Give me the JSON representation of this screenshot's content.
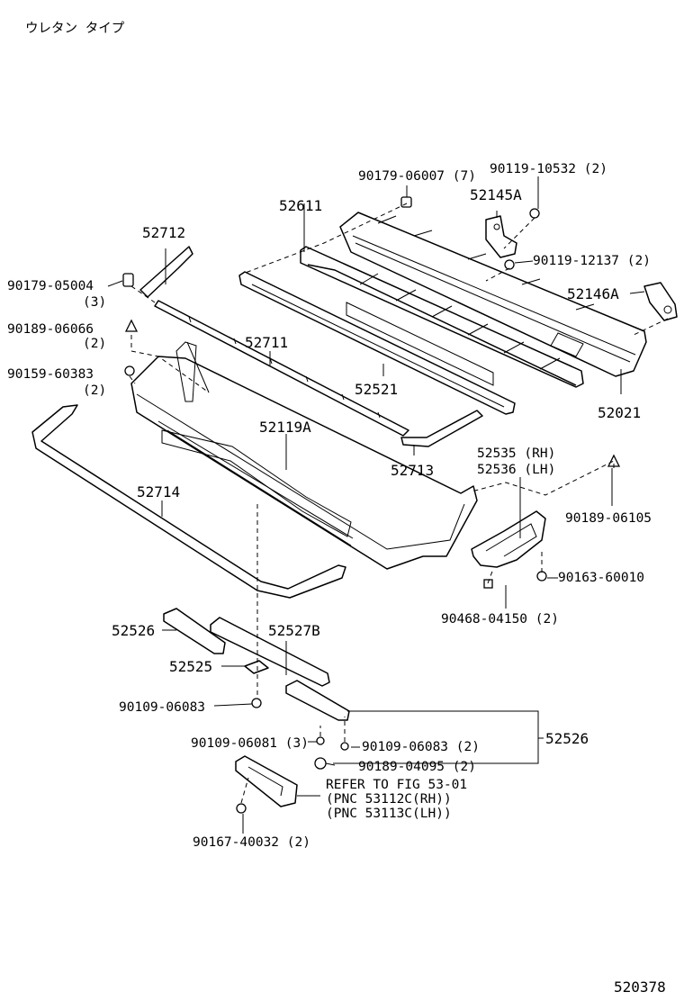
{
  "header": {
    "type_label": "ウレタン タイプ"
  },
  "parts": {
    "p90179_06007": "90179-06007 (7)",
    "p90119_10532": "90119-10532 (2)",
    "p52145A": "52145A",
    "p52611": "52611",
    "p90119_12137": "90119-12137 (2)",
    "p52712": "52712",
    "p52146A": "52146A",
    "p90179_05004": "90179-05004",
    "p90179_05004_qty": "(3)",
    "p90189_06066": "90189-06066",
    "p90189_06066_qty": "(2)",
    "p52711": "52711",
    "p90159_60383": "90159-60383",
    "p90159_60383_qty": "(2)",
    "p52521": "52521",
    "p52021": "52021",
    "p52119A": "52119A",
    "p52713": "52713",
    "p52535": "52535 (RH)",
    "p52536": "52536 (LH)",
    "p52714": "52714",
    "p90189_06105": "90189-06105",
    "p90163_60010": "90163-60010",
    "p90468_04150": "90468-04150 (2)",
    "p52526_a": "52526",
    "p52527B": "52527B",
    "p52525": "52525",
    "p90109_06083_a": "90109-06083",
    "p52526_b": "52526",
    "p90109_06081": "90109-06081 (3)",
    "p90109_06083_b": "90109-06083 (2)",
    "p90189_04095": "90189-04095 (2)",
    "refer_line1": "REFER TO FIG 53-01",
    "refer_line2": "(PNC 53112C(RH))",
    "refer_line3": "(PNC 53113C(LH))",
    "p90167_40032": "90167-40032 (2)"
  },
  "footer": {
    "figure_number": "520378"
  }
}
